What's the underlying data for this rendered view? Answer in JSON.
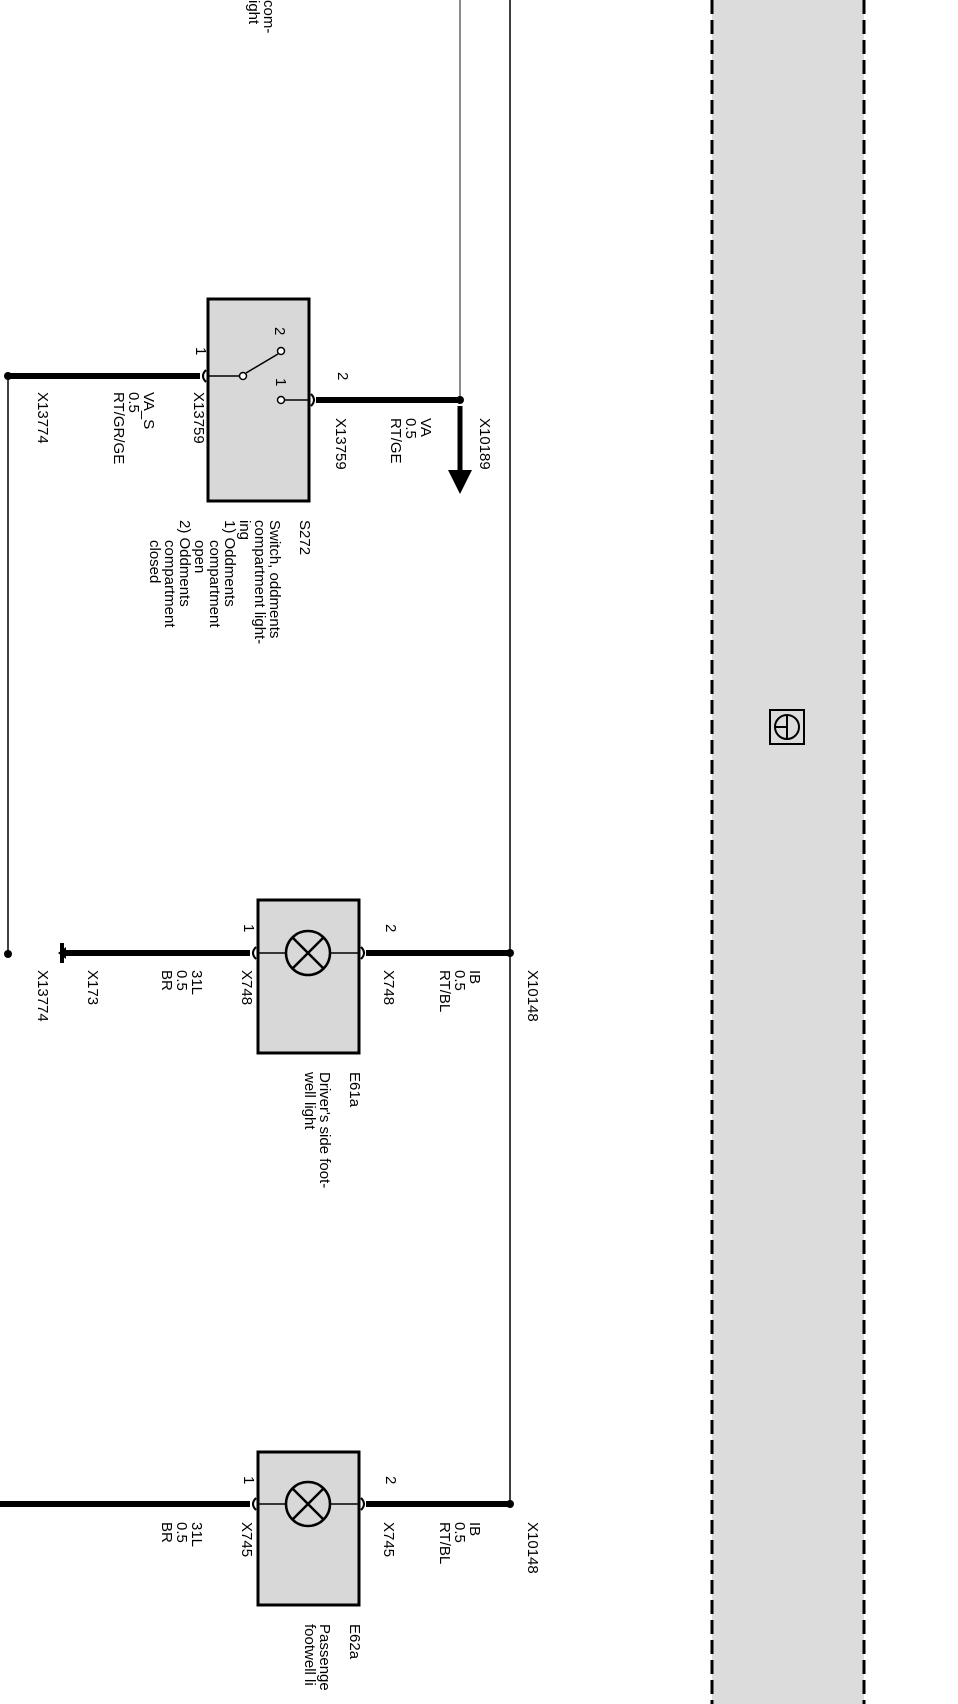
{
  "partial_label": [
    "com-",
    "ight"
  ],
  "module_symbol": "steering-wheel-icon",
  "switch_s272": {
    "id": "S272",
    "description": [
      "Switch, oddments",
      "compartment light-",
      "ing"
    ],
    "positions": [
      "1) Oddments",
      "compartment",
      "open",
      "2) Oddments",
      "compartment",
      "closed"
    ],
    "pin_top": "2",
    "pin_bottom": "1",
    "contact_1": "1",
    "contact_2": "2",
    "connector_top": "X13759",
    "connector_bottom": "X13759",
    "wire_top": [
      "VA",
      "0.5",
      "RT/GE"
    ],
    "wire_bottom": [
      "VA_S",
      "0.5",
      "RT/GR/GE"
    ],
    "node_top": "X10189",
    "node_bottom": "X13774"
  },
  "lamp_e61a": {
    "id": "E61a",
    "description": [
      "Driver's side foot-",
      "well light"
    ],
    "pin_top": "2",
    "pin_bottom": "1",
    "connector_top": "X748",
    "connector_bottom": "X748",
    "wire_top": [
      "IB",
      "0.5",
      "RT/BL"
    ],
    "wire_bottom": [
      "31L",
      "0.5",
      "BR"
    ],
    "node_top": "X10148",
    "node_ground": "X173",
    "node_bottom": "X13774"
  },
  "lamp_e62a": {
    "id": "E62a",
    "description": [
      "Passenge",
      "footwell li"
    ],
    "pin_top": "2",
    "pin_bottom": "1",
    "connector_top": "X745",
    "connector_bottom": "X745",
    "wire_top": [
      "IB",
      "0.5",
      "RT/BL"
    ],
    "wire_bottom": [
      "31L",
      "0.5",
      "BR"
    ],
    "node_top": "X10148"
  }
}
